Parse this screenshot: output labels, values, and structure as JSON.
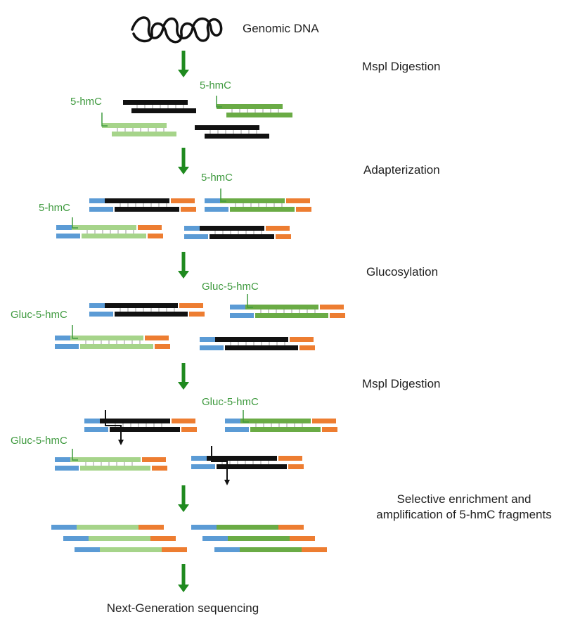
{
  "steps": [
    "Genomic DNA",
    "Mspl Digestion",
    "Adapterization",
    "Glucosylation",
    "Mspl Digestion",
    "Selective enrichment and",
    "amplification of 5-hmC fragments"
  ],
  "final_step": "Next-Generation sequencing",
  "labels": {
    "hmc": "5-hmC",
    "gluc_hmc": "Gluc-5-hmC"
  },
  "colors": {
    "arrow": "#1f8a1f",
    "label_green": "#3f9a3f",
    "dark_green_strand": "#6aab45",
    "light_green_strand": "#a6d48a",
    "black_strand": "#111111",
    "blue_adapter": "#5b9bd5",
    "orange_adapter": "#ed7d31"
  },
  "icons": [
    "dna-coil-icon",
    "down-arrow-icon",
    "cut-arrow-icon"
  ]
}
